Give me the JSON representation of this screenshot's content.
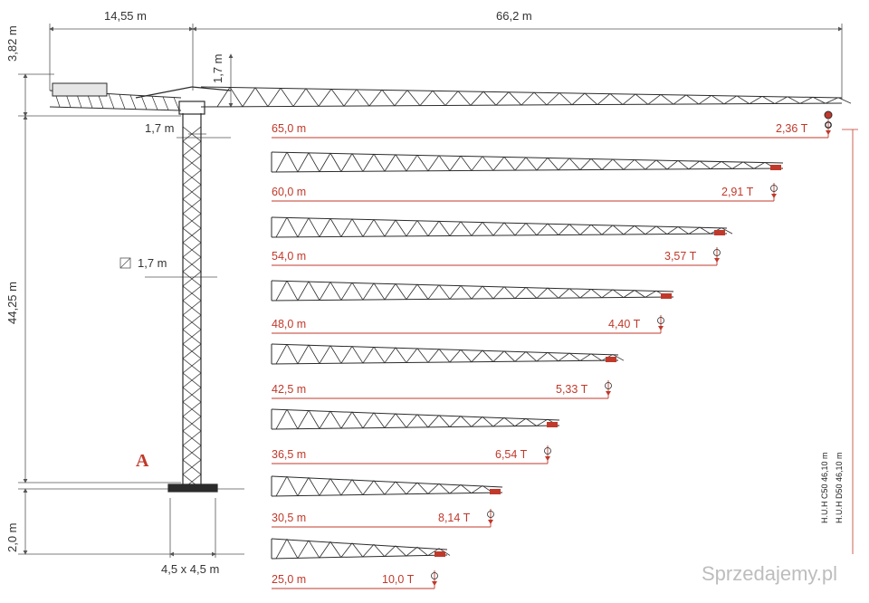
{
  "colors": {
    "accent": "#c0392b",
    "structure": "#2b2b2b",
    "dimension": "#555555",
    "watermark": "#bdbdbd"
  },
  "dimensions": {
    "counter_jib_length": "14,55 m",
    "jib_length": "66,2 m",
    "top_height": "3,82  m",
    "apex_height": "1,7 m",
    "tower_head_width": "1,7 m",
    "mast_section": "1,7 m",
    "tower_height": "44,25  m",
    "base_height": "2,0 m",
    "base_size": "4,5 x 4,5 m"
  },
  "marker": "A",
  "huh": {
    "line1": "H.U.H C50  46,10 m",
    "line2": "H.U.H D50  46,10 m"
  },
  "configurations": [
    {
      "radius": "65,0 m",
      "load": "2,36 T"
    },
    {
      "radius": "60,0 m",
      "load": "2,91 T"
    },
    {
      "radius": "54,0 m",
      "load": "3,57 T"
    },
    {
      "radius": "48,0 m",
      "load": "4,40 T"
    },
    {
      "radius": "42,5 m",
      "load": "5,33 T"
    },
    {
      "radius": "36,5 m",
      "load": "6,54 T"
    },
    {
      "radius": "30,5 m",
      "load": "8,14 T"
    },
    {
      "radius": "25,0 m",
      "load": "10,0 T"
    }
  ],
  "watermark": "Sprzedajemy.pl"
}
